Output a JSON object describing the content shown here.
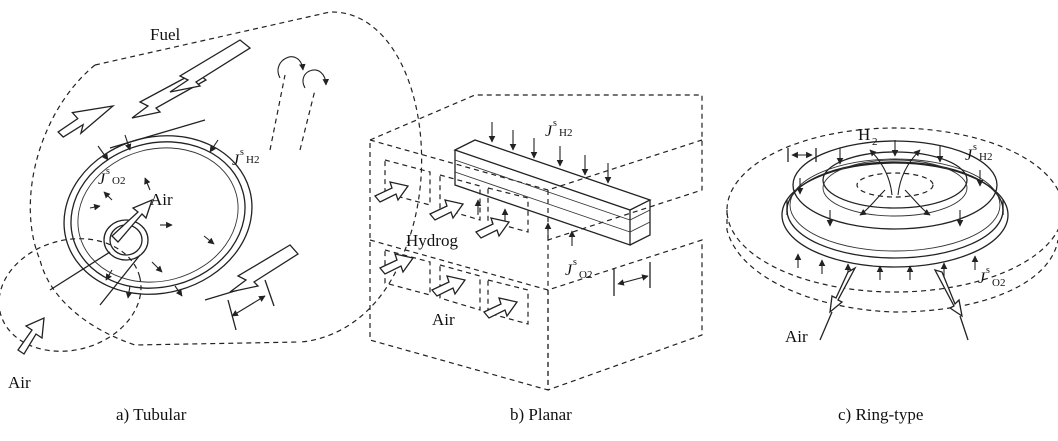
{
  "tubular": {
    "caption": "a) Tubular",
    "fuel_label": "Fuel",
    "air_inner_label": "Air",
    "air_inlet_label": "Air",
    "flux_h2": {
      "symbol": "J",
      "sup": "s",
      "sub": "H2"
    },
    "flux_o2": {
      "symbol": "J",
      "sup": "s",
      "sub": "O2"
    }
  },
  "planar": {
    "caption": "b) Planar",
    "hydrogen_label": "Hydrog",
    "air_label": "Air",
    "flux_h2": {
      "symbol": "J",
      "sup": "s",
      "sub": "H2"
    },
    "flux_o2": {
      "symbol": "J",
      "sup": "s",
      "sub": "O2"
    }
  },
  "ring": {
    "caption": "c) Ring-type",
    "h2_label": "H",
    "h2_sub": "2",
    "air_label": "Air",
    "flux_h2": {
      "symbol": "J",
      "sup": "s",
      "sub": "H2"
    },
    "flux_o2": {
      "symbol": "J",
      "sup": "s",
      "sub": "O2"
    }
  }
}
